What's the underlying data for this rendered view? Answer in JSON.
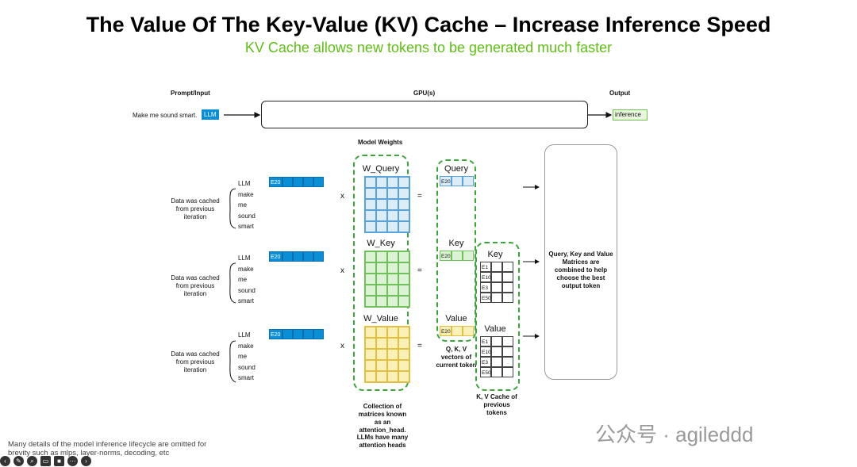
{
  "title": "The Value Of The Key-Value (KV) Cache – Increase Inference Speed",
  "subtitle": "KV Cache allows new tokens to be generated much faster",
  "headers": {
    "prompt": "Prompt/Input",
    "gpu": "GPU(s)",
    "output": "Output"
  },
  "prompt": {
    "text": "Make me sound smart.",
    "tag": "LLM"
  },
  "output": {
    "value": "inference"
  },
  "model_weights_label": "Model Weights",
  "cached_note": "Data was cached from previous iteration",
  "tokens": [
    "LLM",
    "make",
    "me",
    "sound",
    "smart"
  ],
  "embedding_label": "E20",
  "operators": {
    "times": "x",
    "equals": "="
  },
  "weights": {
    "query": "W_Query",
    "key": "W_Key",
    "value": "W_Value"
  },
  "vectors": {
    "query": "Query",
    "key": "Key",
    "value": "Value"
  },
  "cache": {
    "key": "Key",
    "value": "Value",
    "rows": [
      "E1",
      "E10",
      "E3",
      "E50"
    ]
  },
  "captions": {
    "weights": "Collection of matrices known as an attention_head.",
    "heads": "LLMs have many attention heads",
    "qkv": "Q, K, V vectors of current token",
    "kv_cache": "K, V Cache of previous tokens",
    "combine": "Query, Key and Value Matrices are combined to help choose the best output token"
  },
  "footnote": "Many details of the model inference lifecycle are omitted for brevity such as mlps, layer-norms, decoding, etc",
  "watermark": "公众号 · agileddd",
  "colors": {
    "blue": "#0a8fd6",
    "green": "#5fbf14",
    "query_fill": "#dcecf9",
    "key_fill": "#dcf2d4",
    "value_fill": "#fbf1b8"
  }
}
